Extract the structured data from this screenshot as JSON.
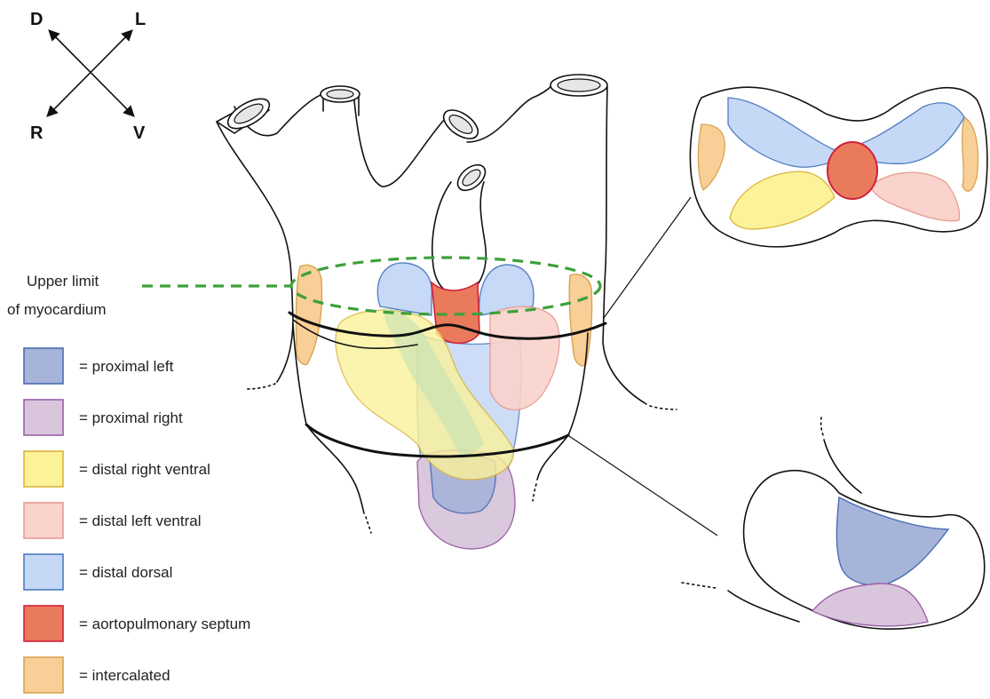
{
  "compass": {
    "dorsal": "D",
    "left": "L",
    "right": "R",
    "ventral": "V"
  },
  "annotation": {
    "line1": "Upper limit",
    "line2": "of myocardium"
  },
  "colors": {
    "proximal_left": "#a7b4d9",
    "proximal_right": "#d9c6dc",
    "distal_right_ventral": "#fbf29a",
    "distal_left_ventral": "#f9d3cc",
    "distal_dorsal": "#c5d8f6",
    "aortopulmonary_septum": "#ea7a5c",
    "intercalated": "#f9cf98",
    "myocardium_limit": "#3ea03a"
  },
  "legend": [
    {
      "key": "proximal_left",
      "label": "= proximal left",
      "fill": "#a7b4d9",
      "stroke": "#4a6cb3"
    },
    {
      "key": "proximal_right",
      "label": "= proximal right",
      "fill": "#d9c6dc",
      "stroke": "#9a5fa6"
    },
    {
      "key": "distal_right_ventral",
      "label": "= distal right ventral",
      "fill": "#fbf29a",
      "stroke": "#dcb43a"
    },
    {
      "key": "distal_left_ventral",
      "label": "= distal left ventral",
      "fill": "#f9d3cc",
      "stroke": "#e79b92"
    },
    {
      "key": "distal_dorsal",
      "label": "= distal dorsal",
      "fill": "#c5d8f6",
      "stroke": "#4f7dc0"
    },
    {
      "key": "aortopulmonary_septum",
      "label": "= aortopulmonary septum",
      "fill": "#ea7a5c",
      "stroke": "#d0213a"
    },
    {
      "key": "intercalated",
      "label": "= intercalated",
      "fill": "#f9cf98",
      "stroke": "#d6a450"
    }
  ]
}
